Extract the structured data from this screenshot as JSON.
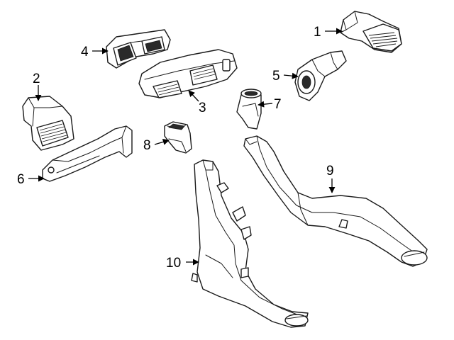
{
  "diagram": {
    "callouts": [
      {
        "id": "1",
        "label": "1"
      },
      {
        "id": "2",
        "label": "2"
      },
      {
        "id": "3",
        "label": "3"
      },
      {
        "id": "4",
        "label": "4"
      },
      {
        "id": "5",
        "label": "5"
      },
      {
        "id": "6",
        "label": "6"
      },
      {
        "id": "7",
        "label": "7"
      },
      {
        "id": "8",
        "label": "8"
      },
      {
        "id": "9",
        "label": "9"
      },
      {
        "id": "10",
        "label": "10"
      }
    ]
  },
  "colors": {
    "background": "#ffffff",
    "line": "#1a1a1a",
    "text": "#000000"
  }
}
